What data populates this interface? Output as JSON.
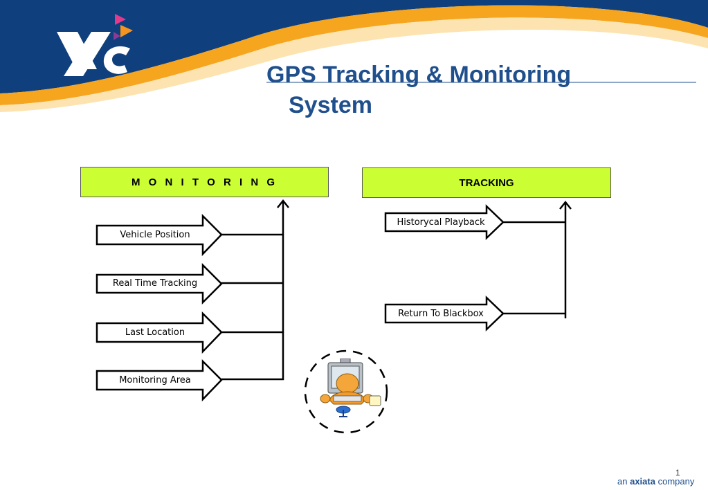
{
  "title": {
    "line1": "GPS Tracking & Monitoring",
    "line2": "System"
  },
  "monitoring": {
    "header": "M O N I T O R I N G",
    "items": [
      "Vehicle Position",
      "Real Time Tracking",
      "Last Location",
      "Monitoring Area"
    ]
  },
  "tracking": {
    "header": "TRACKING",
    "items": [
      "Historycal Playback",
      "Return To Blackbox"
    ]
  },
  "footer": {
    "page_number": "1",
    "company_prefix": "an",
    "company_brand": "axiata",
    "company_suffix": "company"
  },
  "colors": {
    "brand_blue": "#1f4f8c",
    "header_fill": "#ccff33",
    "swoosh": "#f6a51e"
  },
  "icons": [
    "xl-logo-icon",
    "operator-computer-icon"
  ]
}
